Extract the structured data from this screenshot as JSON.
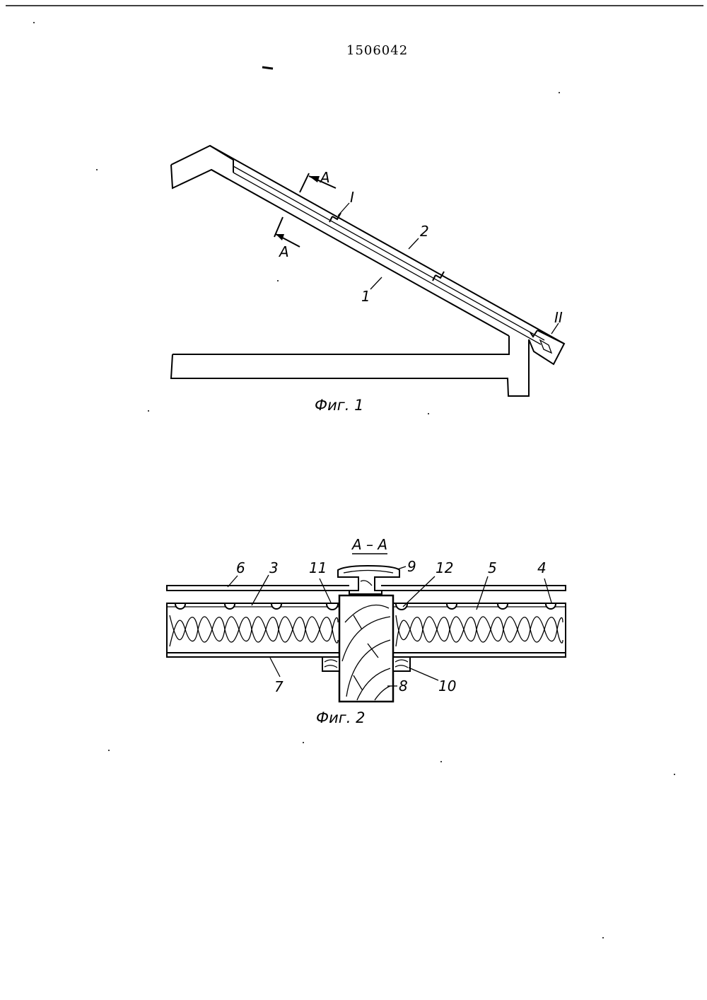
{
  "patent_number": "1506042",
  "fig1": {
    "caption": "Фиг. 1",
    "labels": {
      "section_a_top": "A",
      "section_a_bottom": "A",
      "detail_i": "I",
      "part_2": "2",
      "part_1": "1",
      "detail_ii": "II"
    }
  },
  "fig2": {
    "title": "A – A",
    "caption": "Фиг. 2",
    "labels": {
      "p6": "6",
      "p3": "3",
      "p11": "11",
      "p9": "9",
      "p12": "12",
      "p5": "5",
      "p4": "4",
      "p7": "7",
      "p8": "8",
      "p10": "10"
    }
  }
}
